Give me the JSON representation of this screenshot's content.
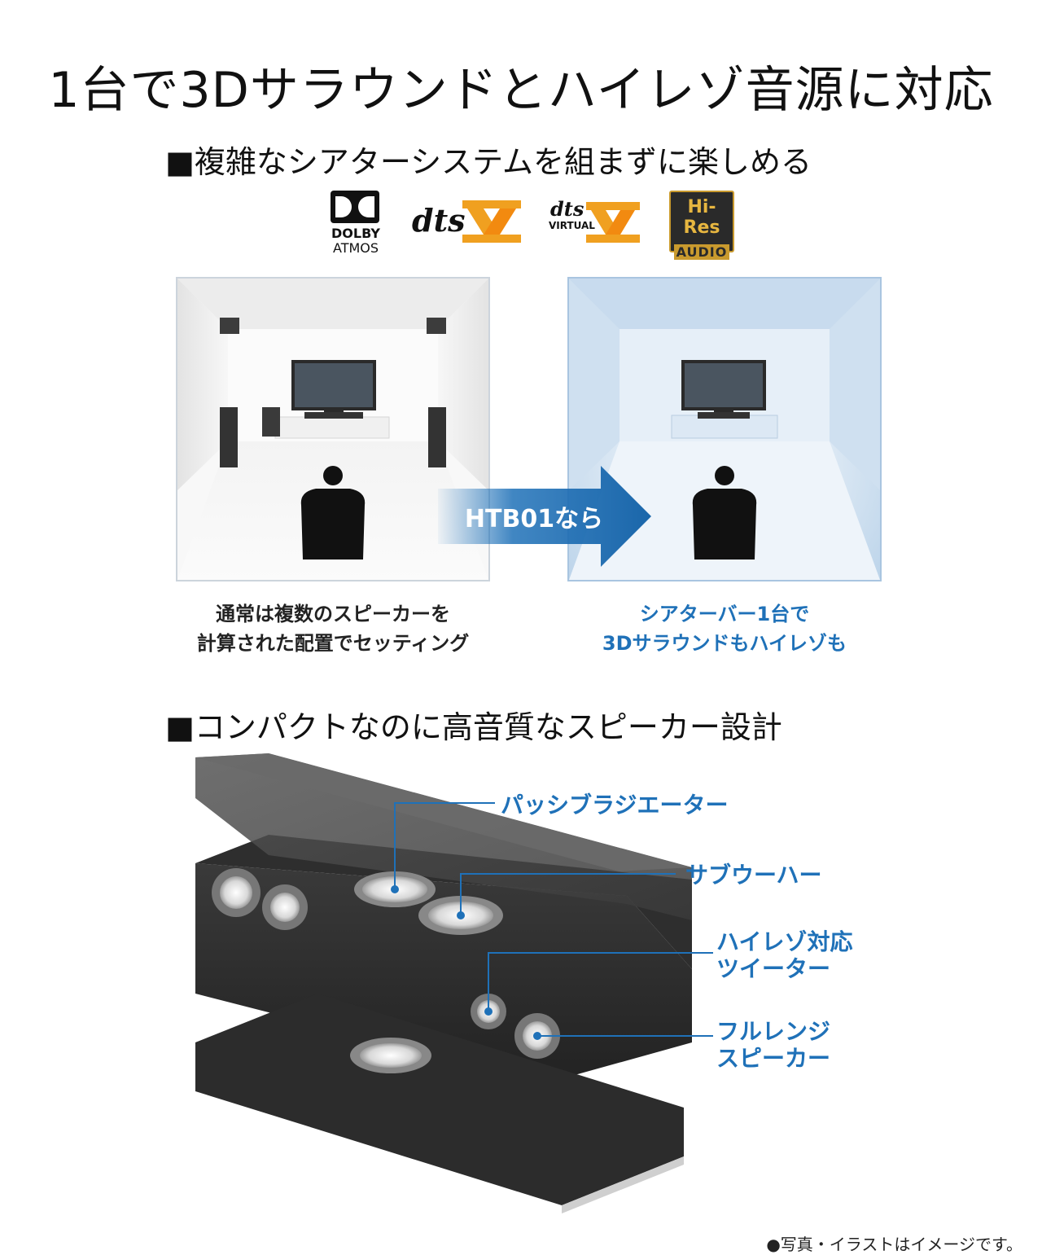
{
  "title": "1台で3Dサラウンドとハイレゾ音源に対応",
  "section1": {
    "heading": "■複雑なシアターシステムを組まずに楽しめる"
  },
  "logos": {
    "dolby_line1": "DOLBY",
    "dolby_line2": "ATMOS",
    "dtsx": "dts",
    "dts_virtual_top": "dts",
    "dts_virtual_bottom": "VIRTUAL",
    "hires_top": "Hi-Res",
    "hires_bottom": "AUDIO"
  },
  "arrow_label": "HTB01なら",
  "caption_left": {
    "line1": "通常は複数のスピーカーを",
    "line2": "計算された配置でセッティング"
  },
  "caption_right": {
    "line1": "シアターバー1台で",
    "line2": "3Dサラウンドもハイレゾも"
  },
  "section2": {
    "heading": "■コンパクトなのに高音質なスピーカー設計"
  },
  "callouts": {
    "passive_radiator": "パッシブラジエーター",
    "subwoofer": "サブウーハー",
    "tweeter_line1": "ハイレゾ対応",
    "tweeter_line2": "ツイーター",
    "fullrange_line1": "フルレンジ",
    "fullrange_line2": "スピーカー"
  },
  "footnote": "●写真・イラストはイメージです。",
  "colors": {
    "accent_blue": "#1f71b8",
    "hires_gold": "#c99a2e"
  }
}
